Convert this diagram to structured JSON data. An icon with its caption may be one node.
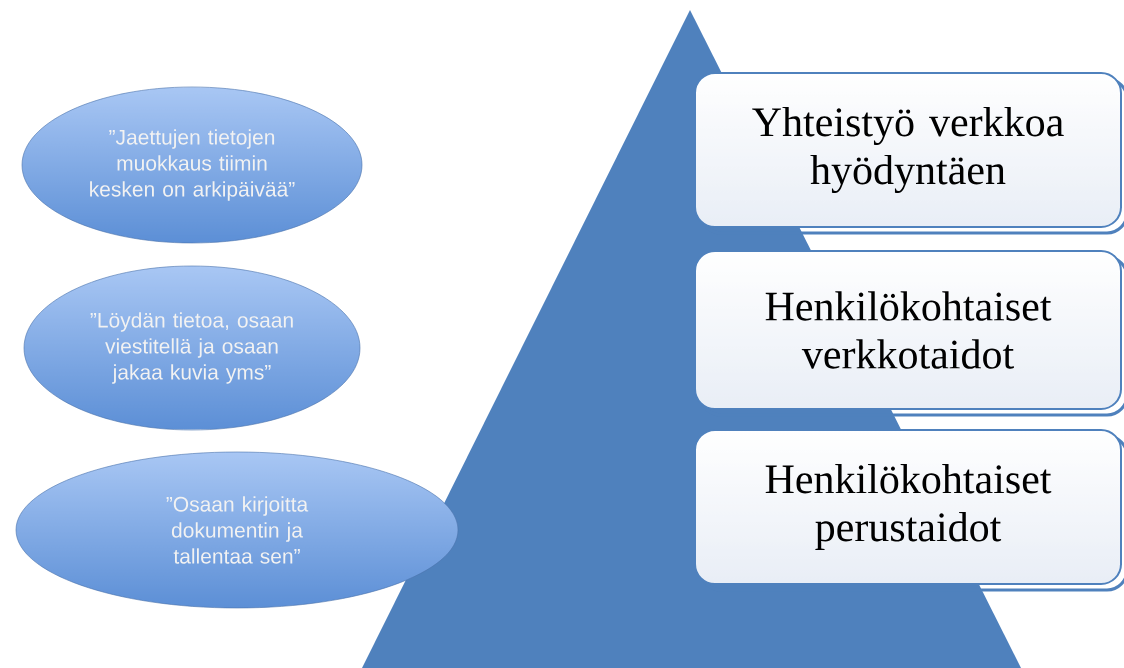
{
  "diagram": {
    "nodes": [
      {
        "text": [
          "”Jaettujen tietojen muokkaus tiimin kesken on arkipäivää”"
        ]
      },
      {
        "text": [
          "”Löydän tietoa, osaan viestitellä ja osaan jakaa kuvia yms”"
        ]
      },
      {
        "text": [
          "”Osaan kirjoitta dokumentin ja tallentaa sen”"
        ]
      },
      {
        "text": [
          "Yhteistyö verkkoa hyödyntäen"
        ]
      },
      {
        "text": [
          "Henkilökohtaiset verkkotaidot"
        ]
      },
      {
        "text": [
          "Henkilökohtaiset perustaidot"
        ]
      }
    ]
  }
}
